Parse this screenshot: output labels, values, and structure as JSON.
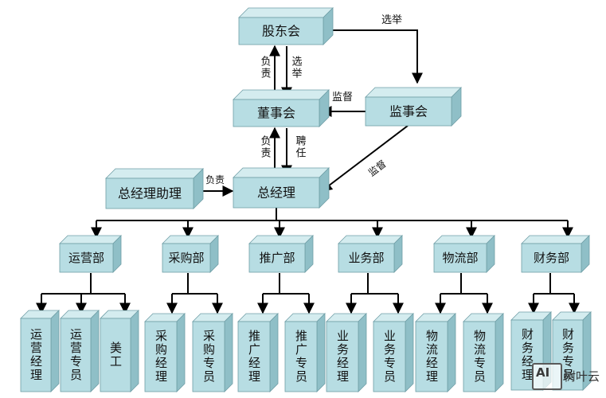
{
  "colors": {
    "front": "#b7dde3",
    "top": "#d4ecef",
    "side": "#8fbfc7",
    "edge": "#6f9ea6",
    "line": "#000000"
  },
  "nodes": {
    "shareholders": "股东会",
    "board": "董事会",
    "supervisors": "监事会",
    "gm": "总经理",
    "gm_assistant": "总经理助理",
    "ops": "运营部",
    "purchase": "采购部",
    "promo": "推广部",
    "business": "业务部",
    "logistics": "物流部",
    "finance": "财务部",
    "ops_mgr": "运营经理",
    "ops_staff": "运营专员",
    "art": "美工",
    "pur_mgr": "采购经理",
    "pur_staff": "采购专员",
    "promo_mgr": "推广经理",
    "promo_staff": "推广专员",
    "biz_mgr": "业务经理",
    "biz_staff": "业务专员",
    "log_mgr": "物流经理",
    "log_staff": "物流专员",
    "fin_mgr": "财务经理",
    "fin_staff": "财务专员"
  },
  "labels": {
    "elect_top": "选举",
    "elect_left": "选举",
    "responsible_1": "负责",
    "supervise_1": "监督",
    "responsible_2": "负责",
    "hire": "聘任",
    "supervise_2": "监督",
    "assist_responsible": "负责"
  },
  "watermark": {
    "badge": "AI",
    "text": "树叶云"
  }
}
